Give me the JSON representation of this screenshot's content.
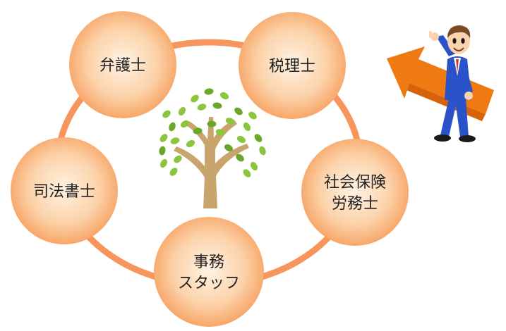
{
  "colors": {
    "ring": "#f7955c",
    "node_center": "#fff3e4",
    "node_mid": "#fcd2a9",
    "node_edge": "#f7a668",
    "arrow": "#f07a12",
    "arrow_dark": "#d8620a",
    "trunk": "#c9a46c",
    "leaf": "#8cc63f",
    "leaf_dark": "#6aa82a",
    "suit": "#2a52c9",
    "skin": "#f8d3ad"
  },
  "nodes": [
    {
      "id": "bengoshi",
      "lines": [
        "弁護士"
      ]
    },
    {
      "id": "zeirishi",
      "lines": [
        "税理士"
      ]
    },
    {
      "id": "sharoushi",
      "lines": [
        "社会保険",
        "労務士"
      ]
    },
    {
      "id": "jimu",
      "lines": [
        "事務",
        "スタッフ"
      ]
    },
    {
      "id": "shihou",
      "lines": [
        "司法書士"
      ]
    }
  ],
  "icons": {
    "center": "tree-icon",
    "mascot": "businessman-pointing-icon",
    "arrow": "arrow-up-left-icon"
  }
}
